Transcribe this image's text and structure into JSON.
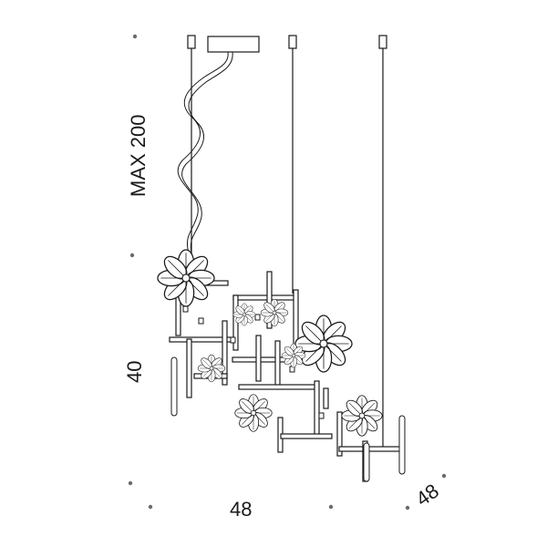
{
  "dimensions": {
    "drop_height": "MAX 200",
    "body_height": "40",
    "width": "48",
    "depth": "48"
  },
  "colors": {
    "line": "#1a1a1a",
    "dot": "#6b6b6b",
    "background": "#ffffff"
  },
  "flower_icons": [
    "flower-icon",
    "flower-icon",
    "flower-icon",
    "flower-icon",
    "flower-icon",
    "flower-icon",
    "flower-icon",
    "flower-icon"
  ]
}
